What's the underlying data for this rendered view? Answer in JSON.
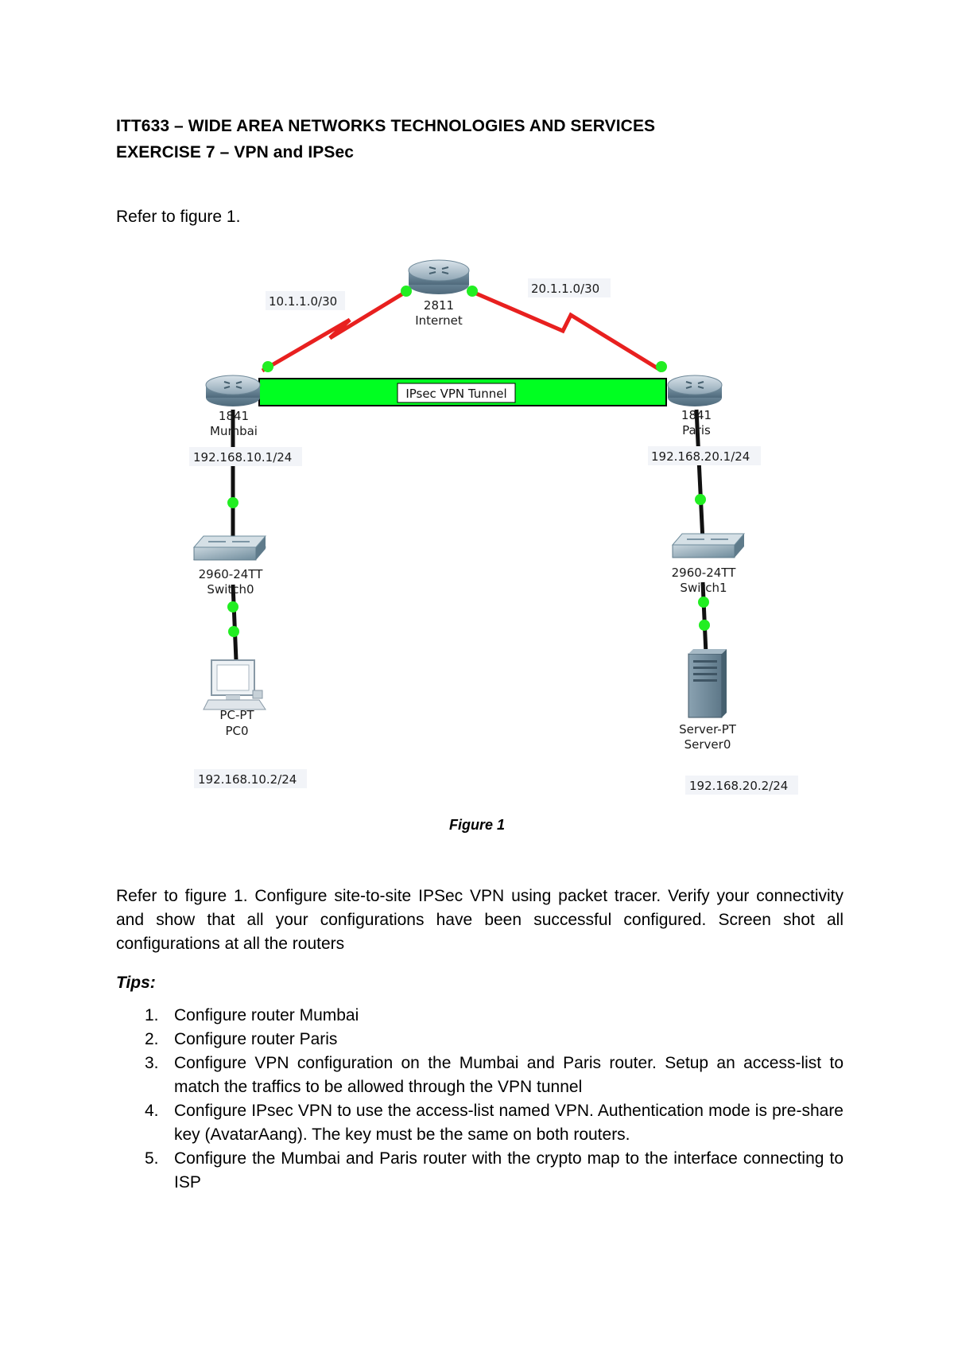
{
  "header": {
    "line1": "ITT633 – WIDE AREA NETWORKS TECHNOLOGIES AND SERVICES",
    "line2": "EXERCISE 7 – VPN and IPSec"
  },
  "intro": "Refer to figure 1.",
  "figure": {
    "links": {
      "left_wan": "10.1.1.0/30",
      "right_wan": "20.1.1.0/30",
      "tunnel": "IPsec VPN Tunnel"
    },
    "devices": {
      "internet": {
        "model": "2811",
        "name": "Internet"
      },
      "mumbai": {
        "model": "1841",
        "name": "Mumbai",
        "ip": "192.168.10.1/24"
      },
      "paris": {
        "model": "1841",
        "name": "Paris",
        "ip": "192.168.20.1/24"
      },
      "switch0": {
        "model": "2960-24TT",
        "name": "Switch0"
      },
      "switch1": {
        "model": "2960-24TT",
        "name": "Switch1"
      },
      "pc0": {
        "model": "PC-PT",
        "name": "PC0",
        "ip": "192.168.10.2/24"
      },
      "server0": {
        "model": "Server-PT",
        "name": "Server0",
        "ip": "192.168.20.2/24"
      }
    },
    "caption_prefix": "Figure",
    "caption_number": "1"
  },
  "task": "Refer to figure 1. Configure site-to-site IPSec VPN using packet tracer. Verify your connectivity and show that all your configurations have been successful configured. Screen shot all configurations at all the routers",
  "tips": {
    "title": "Tips:",
    "items": [
      {
        "num": "1.",
        "text": "Configure router Mumbai"
      },
      {
        "num": "2.",
        "text": "Configure router Paris"
      },
      {
        "num": "3.",
        "text": "Configure VPN configuration on the Mumbai and Paris router. Setup an access-list to match the traffics to be allowed through the VPN tunnel"
      },
      {
        "num": "4.",
        "text": "Configure IPsec VPN to use the access-list named VPN. Authentication mode is pre-share key (AvatarAang). The key must be the same on both routers."
      },
      {
        "num": "5.",
        "text": "Configure the Mumbai and Paris router with the crypto map to the interface connecting to ISP"
      }
    ]
  },
  "colors": {
    "wan_link": "#e8201f",
    "tunnel_fill": "#00ff21",
    "port_dot": "#22ee22"
  }
}
